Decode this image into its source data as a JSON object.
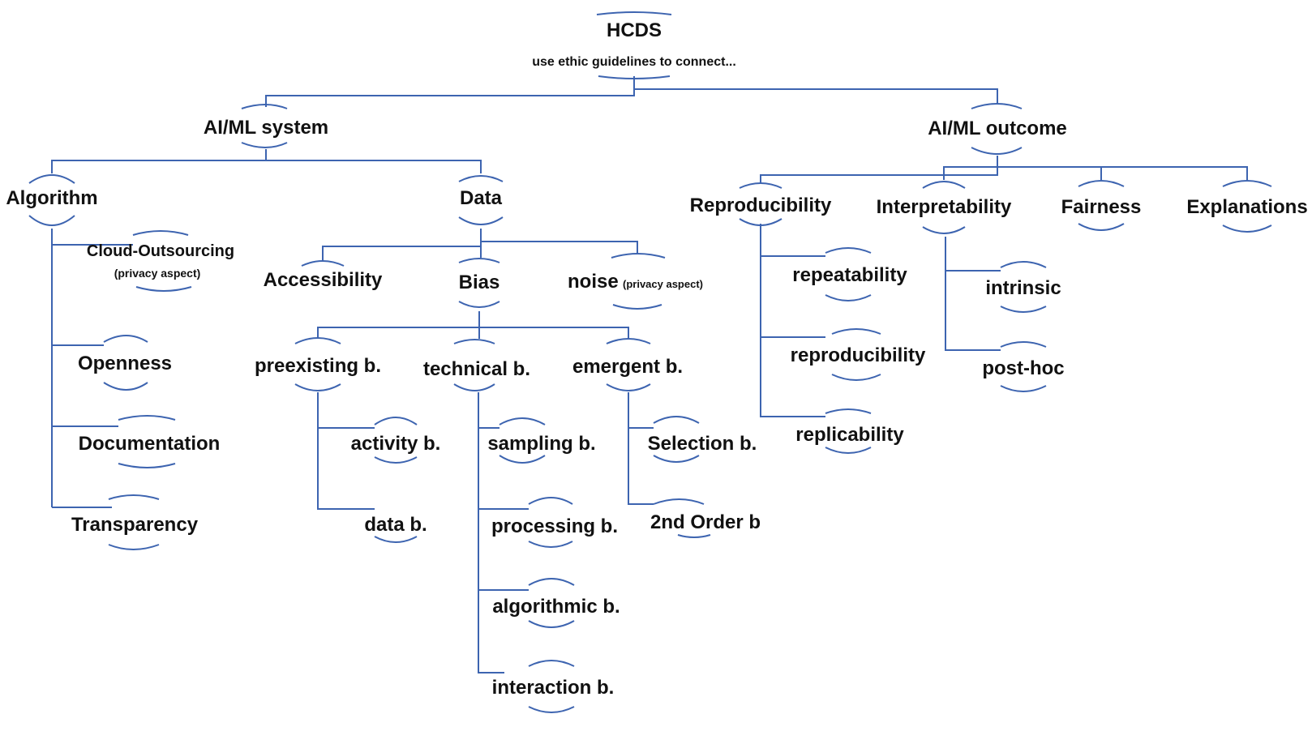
{
  "root": {
    "title": "HCDS",
    "subtitle": "use ethic guidelines to connect..."
  },
  "system": {
    "label": "AI/ML system",
    "algorithm": {
      "label": "Algorithm",
      "cloud_outsourcing": "Cloud-Outsourcing",
      "cloud_note": "(privacy aspect)",
      "openness": "Openness",
      "documentation": "Documentation",
      "transparency": "Transparency"
    },
    "data": {
      "label": "Data",
      "accessibility": "Accessibility",
      "noise": "noise",
      "noise_note": "(privacy aspect)",
      "bias": {
        "label": "Bias",
        "preexisting": {
          "label": "preexisting b.",
          "activity": "activity b.",
          "data": "data b."
        },
        "technical": {
          "label": "technical b.",
          "sampling": "sampling b.",
          "processing": "processing b.",
          "algorithmic": "algorithmic b.",
          "interaction": "interaction b."
        },
        "emergent": {
          "label": "emergent b.",
          "selection": "Selection b.",
          "second_order": "2nd Order b"
        }
      }
    }
  },
  "outcome": {
    "label": "AI/ML outcome",
    "reproducibility": {
      "label": "Reproducibility",
      "repeatability": "repeatability",
      "reproducibility": "reproducibility",
      "replicability": "replicability"
    },
    "interpretability": {
      "label": "Interpretability",
      "intrinsic": "intrinsic",
      "post_hoc": "post-hoc"
    },
    "fairness": "Fairness",
    "explanations": "Explanations"
  }
}
